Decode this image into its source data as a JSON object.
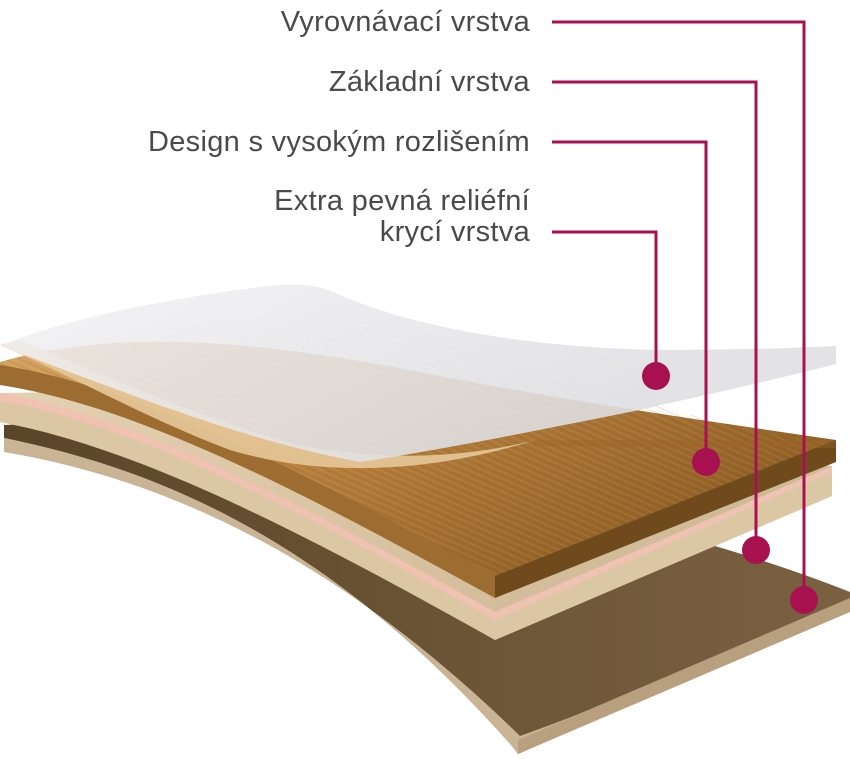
{
  "diagram": {
    "labels": {
      "leveling_layer": "Vyrovnávací vrstva",
      "base_layer": "Základní vrstva",
      "hd_design": "Design s vysokým rozlišením",
      "wear_layer_line1": "Extra pevná reliéfní",
      "wear_layer_line2": "krycí vrstva"
    },
    "colors": {
      "accent": "#a8114f",
      "text": "#4a4a4a",
      "backing": "#6e5538",
      "backing_edge": "#c9b596",
      "core": "#d9c5a4",
      "core_edge": "#ebbfac",
      "wood_light": "#c89455",
      "wood_dark": "#6e4a1c",
      "wear_film": "#e8e8ea"
    }
  }
}
